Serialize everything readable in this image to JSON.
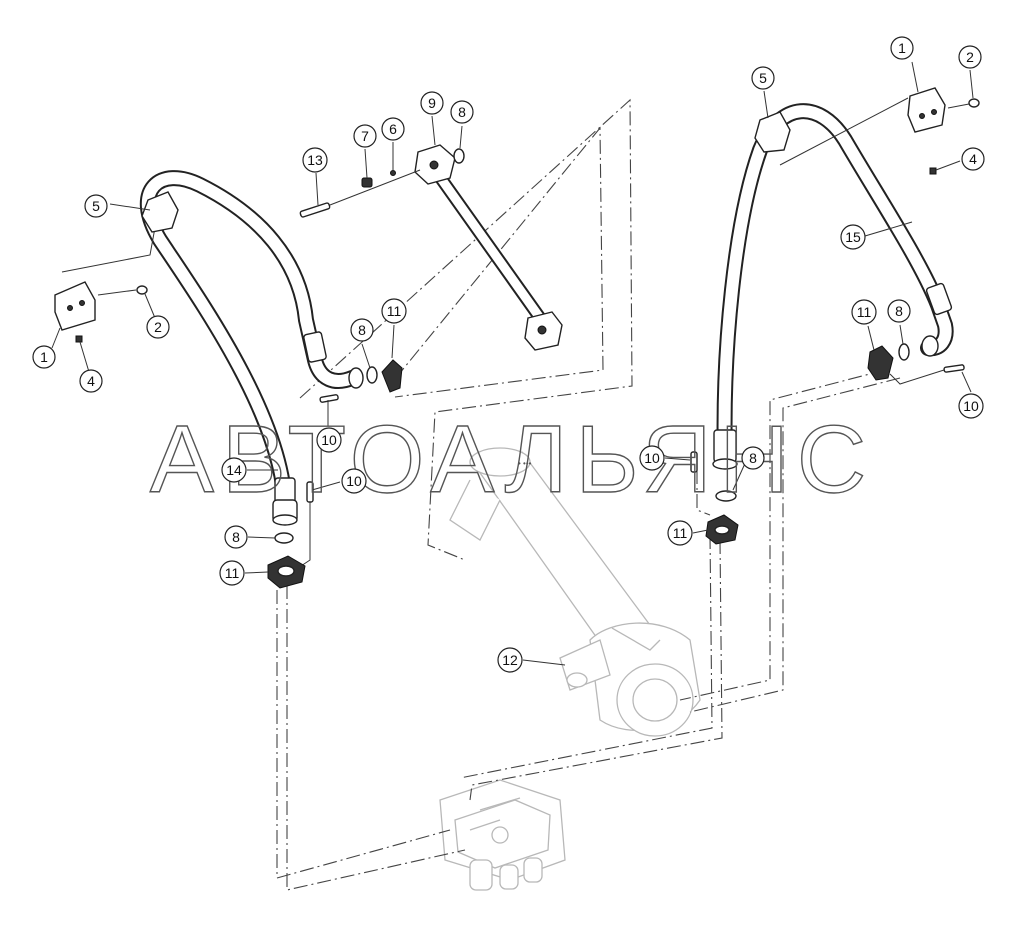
{
  "watermark": "АВТОАЛЬЯНС",
  "callouts": [
    {
      "id": "c1-left",
      "label": "1"
    },
    {
      "id": "c2-left",
      "label": "2"
    },
    {
      "id": "c4-left",
      "label": "4"
    },
    {
      "id": "c5-left",
      "label": "5"
    },
    {
      "id": "c13",
      "label": "13"
    },
    {
      "id": "c7",
      "label": "7"
    },
    {
      "id": "c6",
      "label": "6"
    },
    {
      "id": "c9",
      "label": "9"
    },
    {
      "id": "c8-top",
      "label": "8"
    },
    {
      "id": "c8-mid-left",
      "label": "8"
    },
    {
      "id": "c11-mid-left",
      "label": "11"
    },
    {
      "id": "c10-mid-left",
      "label": "10"
    },
    {
      "id": "c14",
      "label": "14"
    },
    {
      "id": "c10-low-left",
      "label": "10"
    },
    {
      "id": "c8-low-left",
      "label": "8"
    },
    {
      "id": "c11-low-left",
      "label": "11"
    },
    {
      "id": "c12",
      "label": "12"
    },
    {
      "id": "c5-right",
      "label": "5"
    },
    {
      "id": "c1-right",
      "label": "1"
    },
    {
      "id": "c2-right",
      "label": "2"
    },
    {
      "id": "c4-right",
      "label": "4"
    },
    {
      "id": "c15",
      "label": "15"
    },
    {
      "id": "c11-mid-right",
      "label": "11"
    },
    {
      "id": "c8-mid-right",
      "label": "8"
    },
    {
      "id": "c10-mid-right",
      "label": "10"
    },
    {
      "id": "c10-low-right",
      "label": "10"
    },
    {
      "id": "c8-low-right",
      "label": "8"
    },
    {
      "id": "c11-low-right",
      "label": "11"
    }
  ]
}
